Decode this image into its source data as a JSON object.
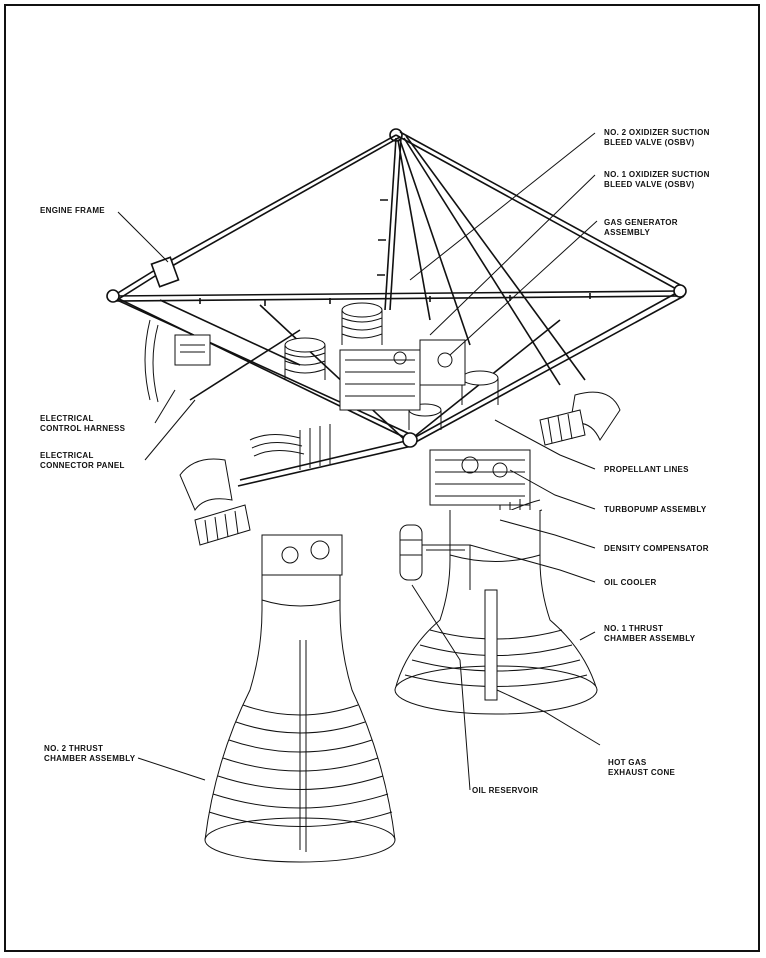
{
  "labels": {
    "ox2": [
      "NO. 2 OXIDIZER SUCTION",
      "BLEED VALVE (OSBV)"
    ],
    "ox1": [
      "NO. 1 OXIDIZER SUCTION",
      "BLEED VALVE (OSBV)"
    ],
    "gasgen": [
      "GAS GENERATOR",
      "ASSEMBLY"
    ],
    "engine_frame": [
      "ENGINE FRAME"
    ],
    "elec_harness": [
      "ELECTRICAL",
      "CONTROL HARNESS"
    ],
    "elec_panel": [
      "ELECTRICAL",
      "CONNECTOR PANEL"
    ],
    "prop_lines": [
      "PROPELLANT LINES"
    ],
    "turbopump": [
      "TURBOPUMP ASSEMBLY"
    ],
    "density": [
      "DENSITY COMPENSATOR"
    ],
    "oil_cooler": [
      "OIL COOLER"
    ],
    "thrust1": [
      "NO. 1 THRUST",
      "CHAMBER ASSEMBLY"
    ],
    "thrust2": [
      "NO. 2 THRUST",
      "CHAMBER ASSEMBLY"
    ],
    "hot_gas": [
      "HOT GAS",
      "EXHAUST CONE"
    ],
    "oil_res": [
      "OIL RESERVOIR"
    ]
  },
  "colors": {
    "ink": "#111111",
    "paper": "#ffffff"
  }
}
